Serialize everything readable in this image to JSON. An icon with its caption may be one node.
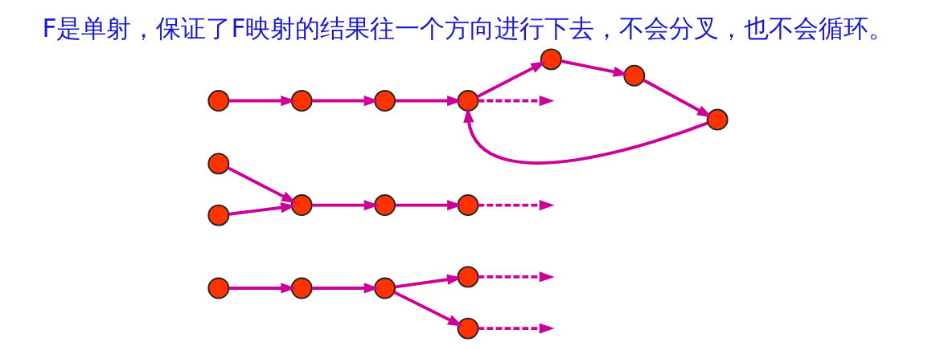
{
  "diagram": {
    "title": "F是单射，保证了F映射的结果往一个方向进行下去，不会分叉，也不会循环。",
    "nodes": [
      {
        "text": [],
        "shape": "circle"
      },
      {
        "text": [],
        "shape": "circle"
      },
      {
        "text": [],
        "shape": "circle"
      },
      {
        "text": [],
        "shape": "circle"
      },
      {
        "text": [],
        "shape": "circle"
      },
      {
        "text": [],
        "shape": "circle"
      },
      {
        "text": [],
        "shape": "circle"
      },
      {
        "text": [],
        "shape": "circle"
      },
      {
        "text": [],
        "shape": "circle"
      },
      {
        "text": [],
        "shape": "circle"
      },
      {
        "text": [],
        "shape": "circle"
      },
      {
        "text": [],
        "shape": "circle"
      },
      {
        "text": [],
        "shape": "circle"
      },
      {
        "text": [],
        "shape": "circle"
      },
      {
        "text": [],
        "shape": "circle"
      },
      {
        "text": [],
        "shape": "circle"
      },
      {
        "text": [],
        "shape": "circle"
      }
    ],
    "edges": [
      {
        "from": 0,
        "to": 1,
        "arrow": "to"
      },
      {
        "from": 1,
        "to": 2,
        "arrow": "to"
      },
      {
        "from": 2,
        "to": 3,
        "arrow": "to"
      },
      {
        "from": 2,
        "to": 4,
        "arrow": "to"
      },
      {
        "from": 3,
        "to": null,
        "arrow": "to",
        "style": "dashed"
      },
      {
        "from": 4,
        "to": null,
        "arrow": "to",
        "style": "dashed"
      },
      {
        "from": 5,
        "to": 7,
        "arrow": "to"
      },
      {
        "from": 6,
        "to": 7,
        "arrow": "to"
      },
      {
        "from": 7,
        "to": 8,
        "arrow": "to"
      },
      {
        "from": 8,
        "to": 9,
        "arrow": "to"
      },
      {
        "from": 9,
        "to": null,
        "arrow": "to",
        "style": "dashed"
      },
      {
        "from": 10,
        "to": 11,
        "arrow": "to"
      },
      {
        "from": 11,
        "to": 12,
        "arrow": "to"
      },
      {
        "from": 12,
        "to": 13,
        "arrow": "to"
      },
      {
        "from": 13,
        "to": null,
        "arrow": "to",
        "style": "dashed"
      },
      {
        "from": 13,
        "to": 14,
        "arrow": "to"
      },
      {
        "from": 14,
        "to": 15,
        "arrow": "to"
      },
      {
        "from": 15,
        "to": 16,
        "arrow": "to"
      },
      {
        "from": 16,
        "to": 13,
        "arrow": "to"
      }
    ]
  }
}
